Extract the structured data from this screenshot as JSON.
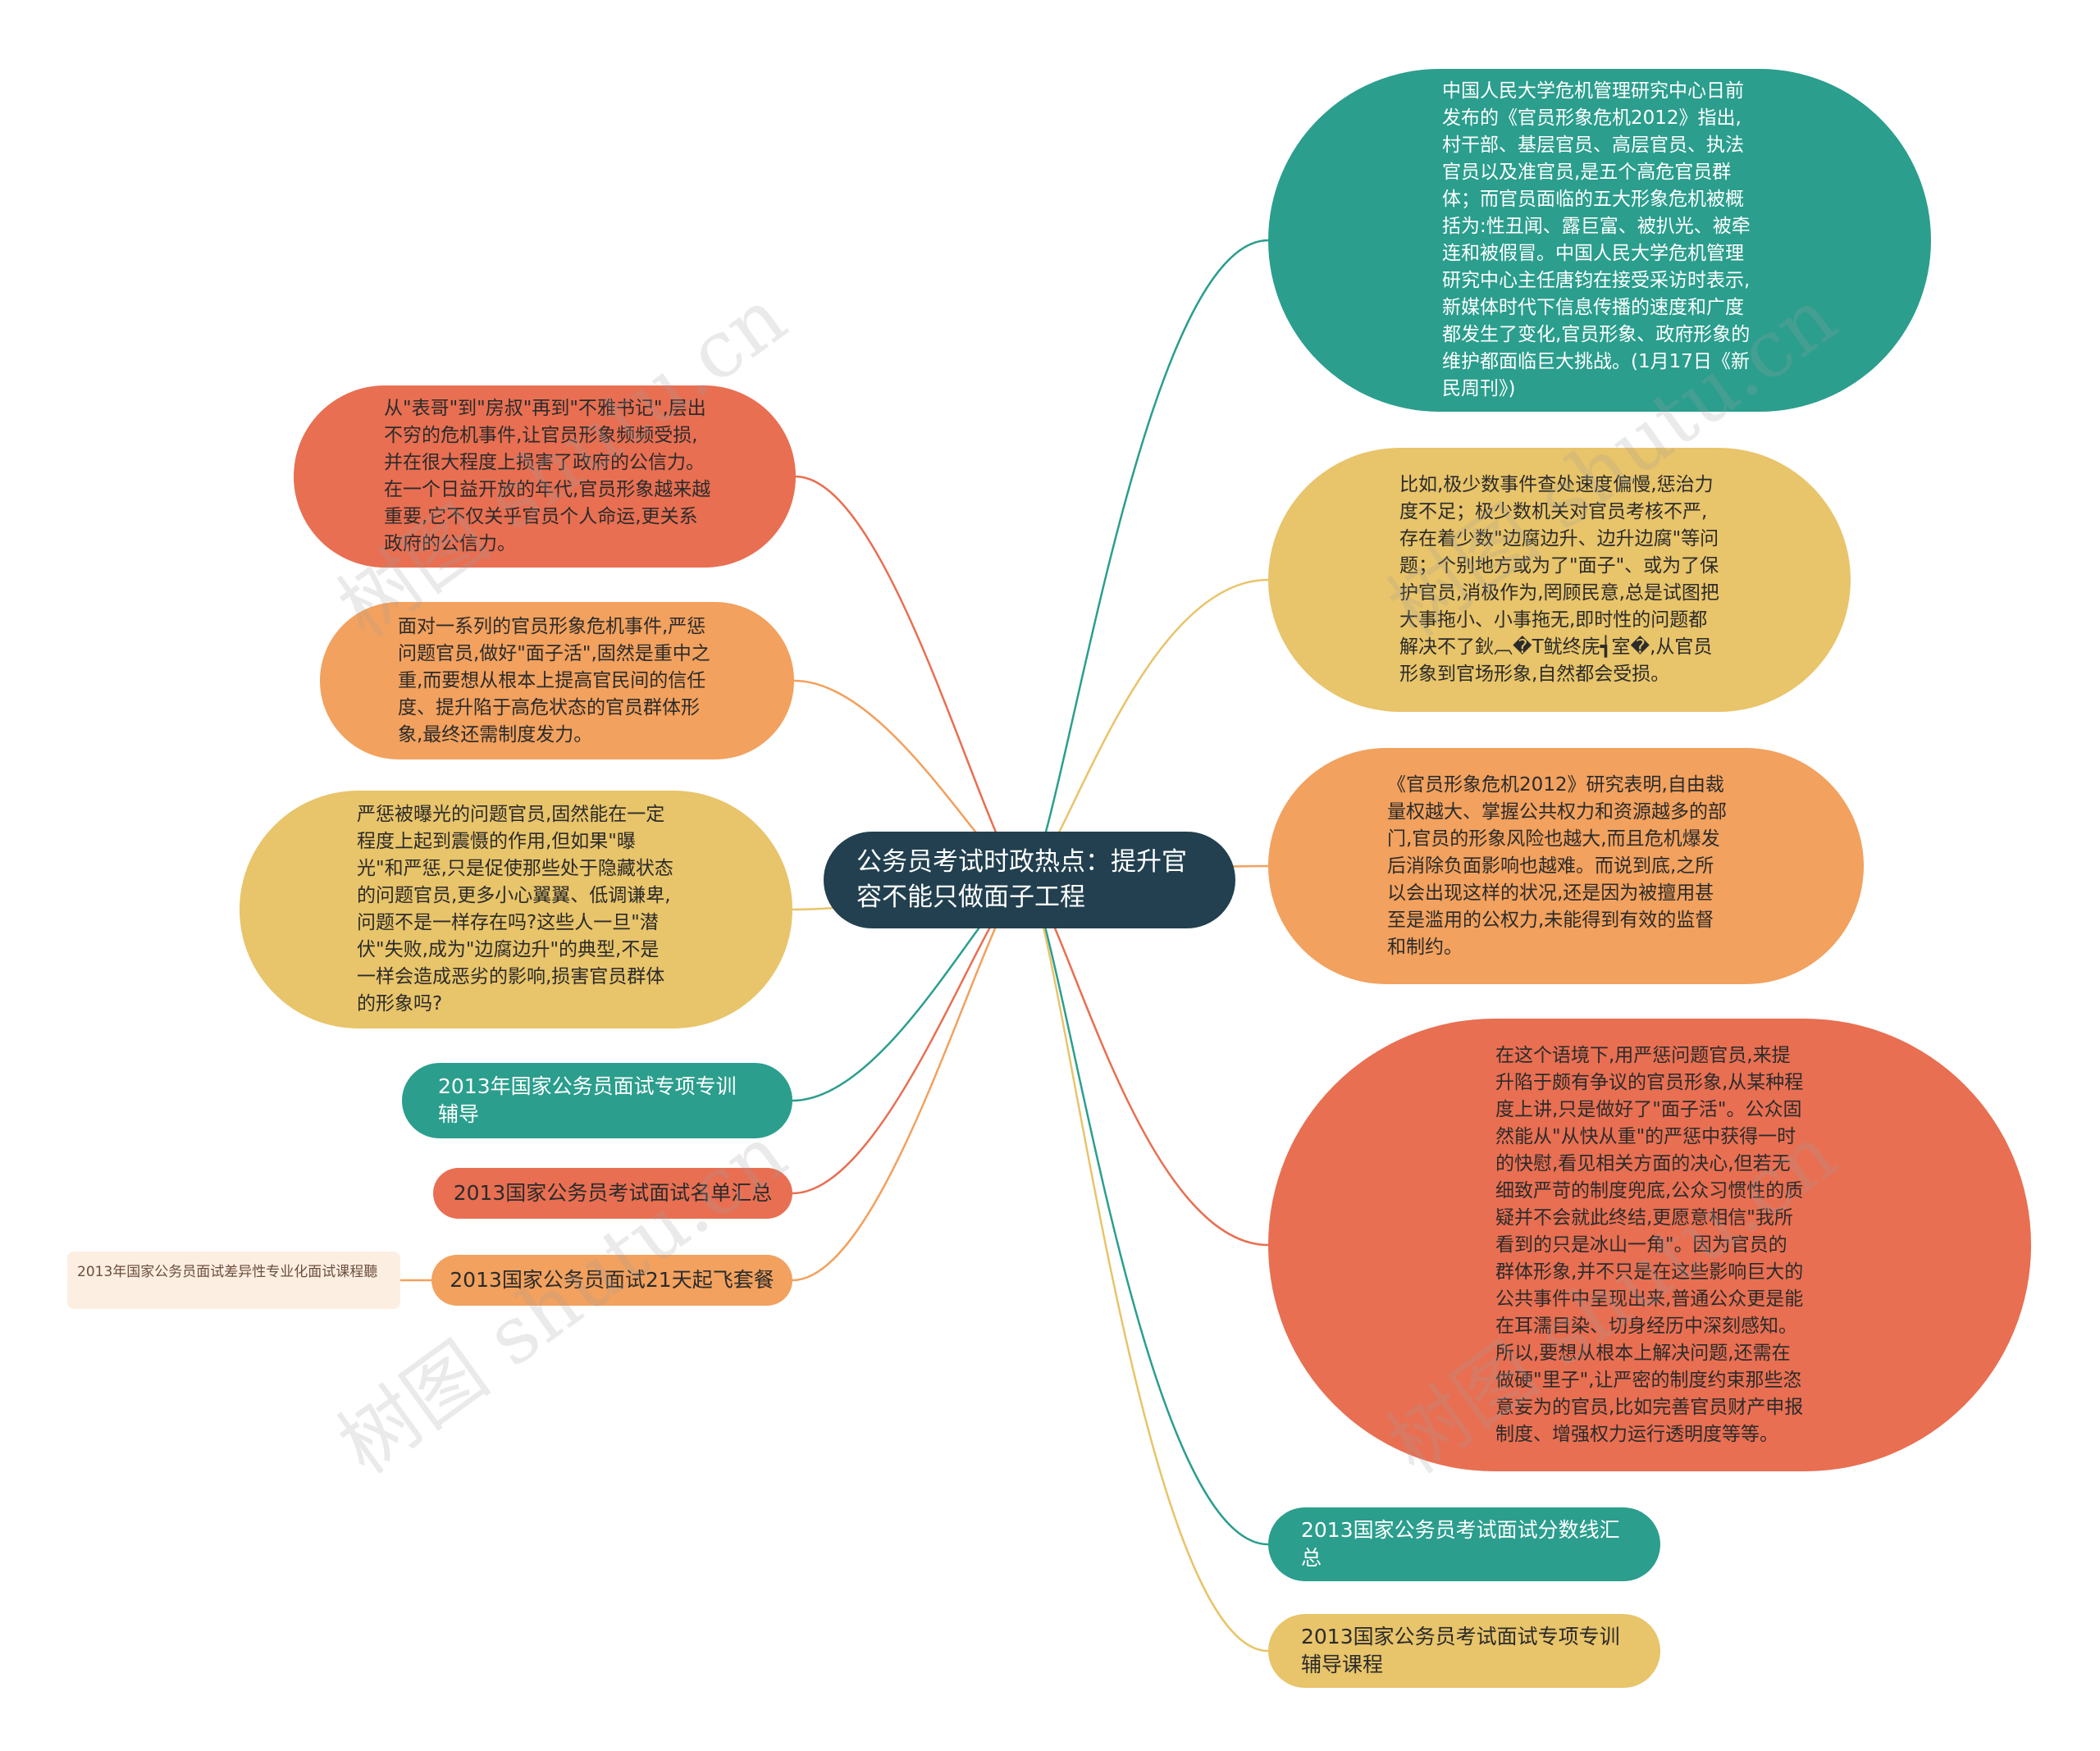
{
  "center": {
    "text": "公务员考试时政热点：提升官容不能只做面子工程",
    "color": "#22404f"
  },
  "left_nodes": [
    {
      "id": "L1",
      "text": "从\"表哥\"到\"房叔\"再到\"不雅书记\",层出不穷的危机事件,让官员形象频频受损,并在很大程度上损害了政府的公信力。在一个日益开放的年代,官员形象越来越重要,它不仅关乎官员个人命运,更关系政府的公信力。",
      "color": "#e86f52"
    },
    {
      "id": "L2",
      "text": "面对一系列的官员形象危机事件,严惩问题官员,做好\"面子活\",固然是重中之重,而要想从根本上提高官民间的信任度、提升陷于高危状态的官员群体形象,最终还需制度发力。",
      "color": "#f2a15e"
    },
    {
      "id": "L3",
      "text": "严惩被曝光的问题官员,固然能在一定程度上起到震慑的作用,但如果\"曝光\"和严惩,只是促使那些处于隐藏状态的问题官员,更多小心翼翼、低调谦卑,问题不是一样存在吗?这些人一旦\"潜伏\"失败,成为\"边腐边升\"的典型,不是一样会造成恶劣的影响,损害官员群体的形象吗?",
      "color": "#e8c46a"
    },
    {
      "id": "L4",
      "text": "2013年国家公务员面试专项专训辅导",
      "color": "#2b9e8d"
    },
    {
      "id": "L5",
      "text": "2013国家公务员考试面试名单汇总",
      "color": "#e86f52"
    },
    {
      "id": "L6",
      "text": "2013国家公务员面试21天起飞套餐",
      "color": "#f2a15e"
    }
  ],
  "leaf": {
    "text": "2013年国家公务员面试差异性专业化面试课程聽"
  },
  "right_nodes": [
    {
      "id": "R1",
      "text": "中国人民大学危机管理研究中心日前发布的《官员形象危机2012》指出,村干部、基层官员、高层官员、执法官员以及准官员,是五个高危官员群体；而官员面临的五大形象危机被概括为:性丑闻、露巨富、被扒光、被牵连和被假冒。中国人民大学危机管理研究中心主任唐钧在接受采访时表示,新媒体时代下信息传播的速度和广度都发生了变化,官员形象、政府形象的维护都面临巨大挑战。(1月17日《新民周刊》)",
      "color": "#2b9e8d"
    },
    {
      "id": "R2",
      "text": "比如,极少数事件查处速度偏慢,惩治力度不足；极少数机关对官员考核不严,存在着少数\"边腐边升、边升边腐\"等问题；个别地方或为了\"面子\"、或为了保护官员,消极作为,罔顾民意,总是试图把大事拖小、小事拖无,即时性的问题都解决不了鈥︹�T鱿终庑┪室�,从官员形象到官场形象,自然都会受损。",
      "color": "#e8c46a"
    },
    {
      "id": "R3",
      "text": "《官员形象危机2012》研究表明,自由裁量权越大、掌握公共权力和资源越多的部门,官员的形象风险也越大,而且危机爆发后消除负面影响也越难。而说到底,之所以会出现这样的状况,还是因为被擅用甚至是滥用的公权力,未能得到有效的监督和制约。",
      "color": "#f2a15e"
    },
    {
      "id": "R4",
      "text": "在这个语境下,用严惩问题官员,来提升陷于颇有争议的官员形象,从某种程度上讲,只是做好了\"面子活\"。公众固然能从\"从快从重\"的严惩中获得一时的快慰,看见相关方面的决心,但若无细致严苛的制度兜底,公众习惯性的质疑并不会就此终结,更愿意相信\"我所看到的只是冰山一角\"。因为官员的群体形象,并不只是在这些影响巨大的公共事件中呈现出来,普通公众更是能在耳濡目染、切身经历中深刻感知。所以,要想从根本上解决问题,还需在做硬\"里子\",让严密的制度约束那些恣意妄为的官员,比如完善官员财产申报制度、增强权力运行透明度等等。",
      "color": "#e86f52"
    },
    {
      "id": "R5",
      "text": "2013国家公务员考试面试分数线汇总",
      "color": "#2b9e8d"
    },
    {
      "id": "R6",
      "text": "2013国家公务员考试面试专项专训辅导课程",
      "color": "#e8c46a"
    }
  ],
  "watermark": {
    "text": "树图 shutu.cn"
  }
}
